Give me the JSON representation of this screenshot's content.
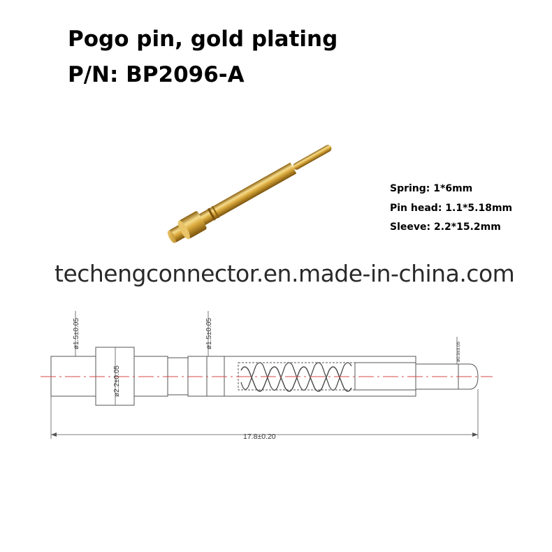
{
  "title": {
    "line1": "Pogo pin, gold plating",
    "line2": "P/N: BP2096-A"
  },
  "specs": [
    "Spring: 1*6mm",
    "Pin head: 1.1*5.18mm",
    "Sleeve: 2.2*15.2mm"
  ],
  "watermark": "techengconnector.en.made-in-china.com",
  "drawing": {
    "dim_tail_diameter": "ø1.5±0.05",
    "dim_collar_diameter": "ø2.2±0.05",
    "dim_barrel_diameter": "ø1.5±0.05",
    "dim_tip_diameter": "ø0.9±0.05",
    "dim_total_length": "17.8±0.20"
  },
  "colors": {
    "gold": "#d4a437",
    "gold_light": "#f4d98a",
    "gold_dark": "#9a6e17",
    "centerline": "#d94a4a",
    "line": "#555555"
  }
}
